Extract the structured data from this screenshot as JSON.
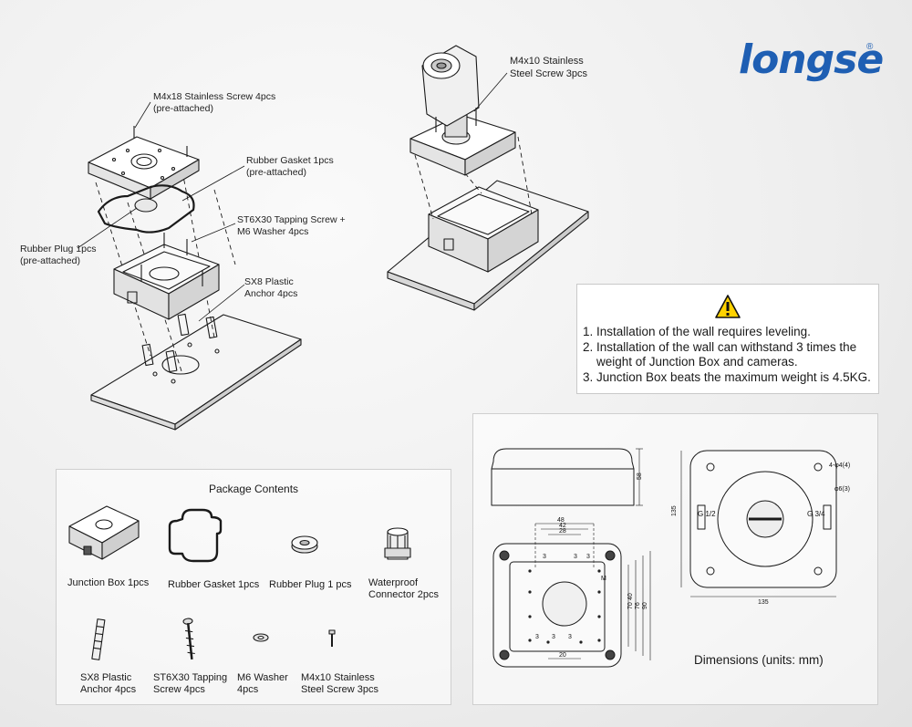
{
  "brand": {
    "logo_text": "longse",
    "registered_mark": "®"
  },
  "exploded_view": {
    "callouts": [
      {
        "lines": [
          "M4x18 Stainless Screw  4pcs",
          "(pre-attached)"
        ]
      },
      {
        "lines": [
          "Rubber Gasket 1pcs",
          "(pre-attached)"
        ]
      },
      {
        "lines": [
          "ST6X30 Tapping Screw +",
          "M6 Washer 4pcs"
        ]
      },
      {
        "lines": [
          "Rubber Plug 1pcs",
          "(pre-attached)"
        ]
      },
      {
        "lines": [
          "SX8 Plastic",
          "Anchor 4pcs"
        ]
      }
    ]
  },
  "assembled_view": {
    "callout": {
      "lines": [
        "M4x10 Stainless",
        "Steel Screw 3pcs"
      ]
    }
  },
  "notes": {
    "warning_icon": "warning-triangle-icon",
    "items": [
      "1. Installation of the wall requires leveling.",
      "2. Installation of the wall can withstand 3 times the",
      "    weight of Junction Box and cameras.",
      "3. Junction Box beats the maximum weight is 4.5KG."
    ]
  },
  "package_contents": {
    "title": "Package Contents",
    "items": [
      {
        "lines": [
          "Junction Box  1pcs"
        ],
        "icon": "junction-box-icon"
      },
      {
        "lines": [
          "Rubber Gasket  1pcs"
        ],
        "icon": "rubber-gasket-icon"
      },
      {
        "lines": [
          "Rubber Plug  1 pcs"
        ],
        "icon": "rubber-plug-icon"
      },
      {
        "lines": [
          "Waterproof",
          "Connector  2pcs"
        ],
        "icon": "waterproof-connector-icon"
      },
      {
        "lines": [
          "SX8 Plastic",
          "Anchor 4pcs"
        ],
        "icon": "plastic-anchor-icon"
      },
      {
        "lines": [
          "ST6X30 Tapping",
          "Screw 4pcs"
        ],
        "icon": "tapping-screw-icon"
      },
      {
        "lines": [
          "M6 Washer",
          "4pcs"
        ],
        "icon": "washer-icon"
      },
      {
        "lines": [
          "M4x10 Stainless",
          "Steel Screw 3pcs"
        ],
        "icon": "stainless-screw-icon"
      }
    ]
  },
  "dimensions": {
    "caption": "Dimensions (units: mm)",
    "labels": {
      "height": "58",
      "width_top": "135",
      "width_bottom": "135",
      "d48": "48",
      "d42": "42",
      "d28": "28",
      "d20": "20",
      "d70": "70",
      "d40": "40",
      "d76": "76",
      "d90": "90",
      "hole_4": "4-φ4(4)",
      "hole_6": "φ6(3)",
      "thread_left": "G 1/2",
      "thread_right": "G 3/4",
      "hole_marks": [
        "3",
        "3",
        "3",
        "3",
        "3",
        "3"
      ],
      "m_mark": "M"
    }
  }
}
